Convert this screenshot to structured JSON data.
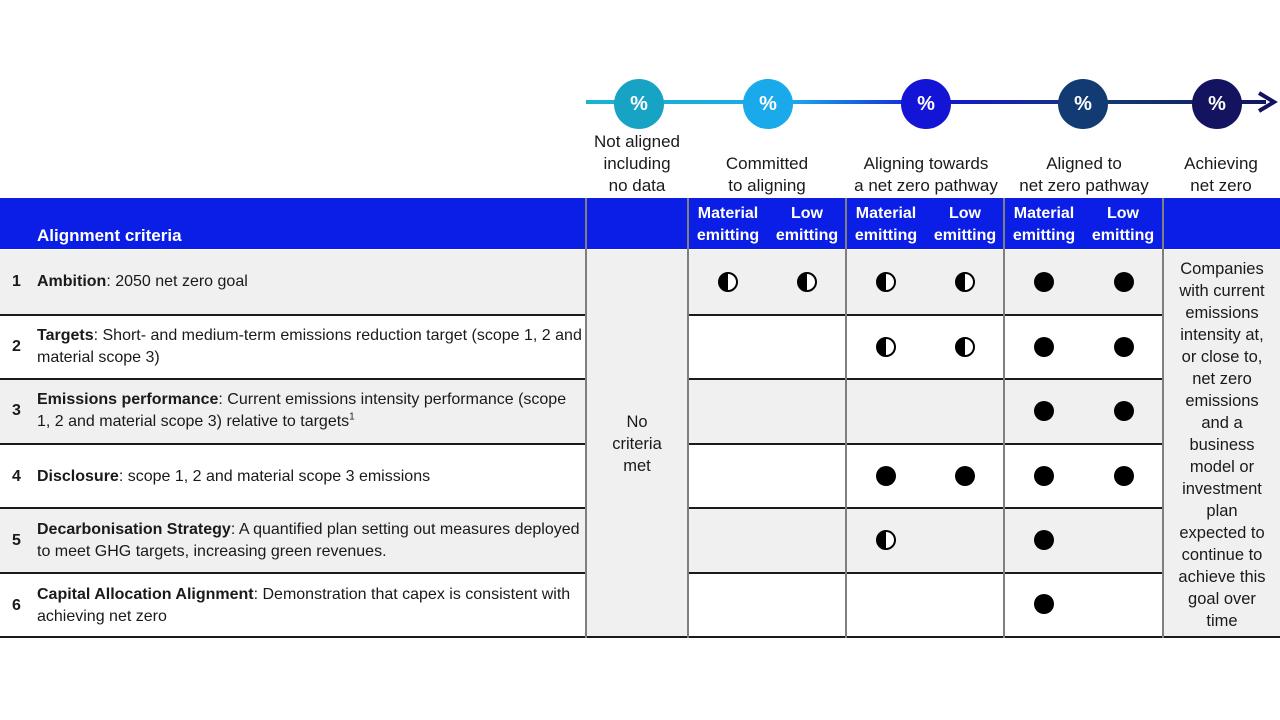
{
  "stages": [
    {
      "symbol": "%",
      "label": "Not aligned\nincluding\nno data",
      "color": "#17a3c4"
    },
    {
      "symbol": "%",
      "label": "Committed\nto aligning",
      "color": "#1aa9ea"
    },
    {
      "symbol": "%",
      "label": "Aligning towards\na net zero pathway",
      "color": "#1414d6"
    },
    {
      "symbol": "%",
      "label": "Aligned to\nnet zero pathway",
      "color": "#123a73"
    },
    {
      "symbol": "%",
      "label": "Achieving\nnet zero",
      "color": "#131360"
    }
  ],
  "header": {
    "title": "Alignment criteria",
    "sub_columns": [
      {
        "label": "Material\nemitting"
      },
      {
        "label": "Low\nemitting"
      },
      {
        "label": "Material\nemitting"
      },
      {
        "label": "Low\nemitting"
      },
      {
        "label": "Material\nemitting"
      },
      {
        "label": "Low\nemitting"
      }
    ]
  },
  "rows": [
    {
      "num": "1",
      "title": "Ambition",
      "desc": ": 2050 net zero goal",
      "sup": "",
      "marks": [
        "half",
        "half",
        "half",
        "half",
        "full",
        "full"
      ]
    },
    {
      "num": "2",
      "title": "Targets",
      "desc": ": Short- and medium-term emissions reduction target (scope 1, 2 and material scope 3)",
      "sup": "",
      "marks": [
        "",
        "",
        "half",
        "half",
        "full",
        "full"
      ]
    },
    {
      "num": "3",
      "title": "Emissions performance",
      "desc": ": Current emissions intensity performance (scope 1, 2 and material scope 3) relative to targets",
      "sup": "1",
      "marks": [
        "",
        "",
        "",
        "",
        "full",
        "full"
      ]
    },
    {
      "num": "4",
      "title": "Disclosure",
      "desc": ": scope 1, 2 and material scope 3 emissions",
      "sup": "",
      "marks": [
        "",
        "",
        "full",
        "full",
        "full",
        "full"
      ]
    },
    {
      "num": "5",
      "title": "Decarbonisation Strategy",
      "desc": ": A quantified plan setting out measures deployed to meet GHG targets, increasing green revenues.",
      "sup": "",
      "marks": [
        "",
        "",
        "half",
        "",
        "full",
        ""
      ]
    },
    {
      "num": "6",
      "title": "Capital Allocation Alignment",
      "desc": ": Demonstration that capex is consistent with achieving net zero",
      "sup": "",
      "marks": [
        "",
        "",
        "",
        "",
        "full",
        ""
      ]
    }
  ],
  "not_aligned_text": "No\ncriteria\nmet",
  "achieving_text": "Companies\nwith current\nemissions\nintensity at,\nor close to,\nnet zero\nemissions\nand a\nbusiness\nmodel or\ninvestment\nplan\nexpected to\ncontinue to\nachieve this\ngoal over\ntime"
}
